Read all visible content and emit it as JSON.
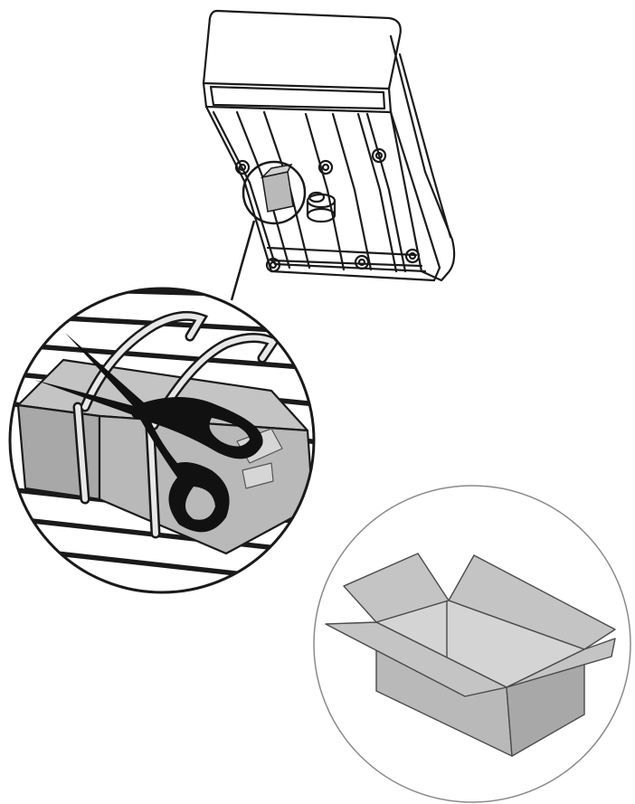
{
  "figure": {
    "type": "instruction-illustration",
    "step_images": [
      "appliance-underside-with-packaging",
      "cut-straps-with-scissors",
      "open-cardboard-box"
    ],
    "colors": {
      "line": "#1a1a1a",
      "box_fill": "#b9b9b9",
      "box_side": "#a8a8a8",
      "box_flap": "#c4c4c4",
      "tape": "#d0d0d0",
      "scissors": "#111111",
      "circle_outline": "#8a8a8a",
      "background": "#ffffff"
    }
  }
}
